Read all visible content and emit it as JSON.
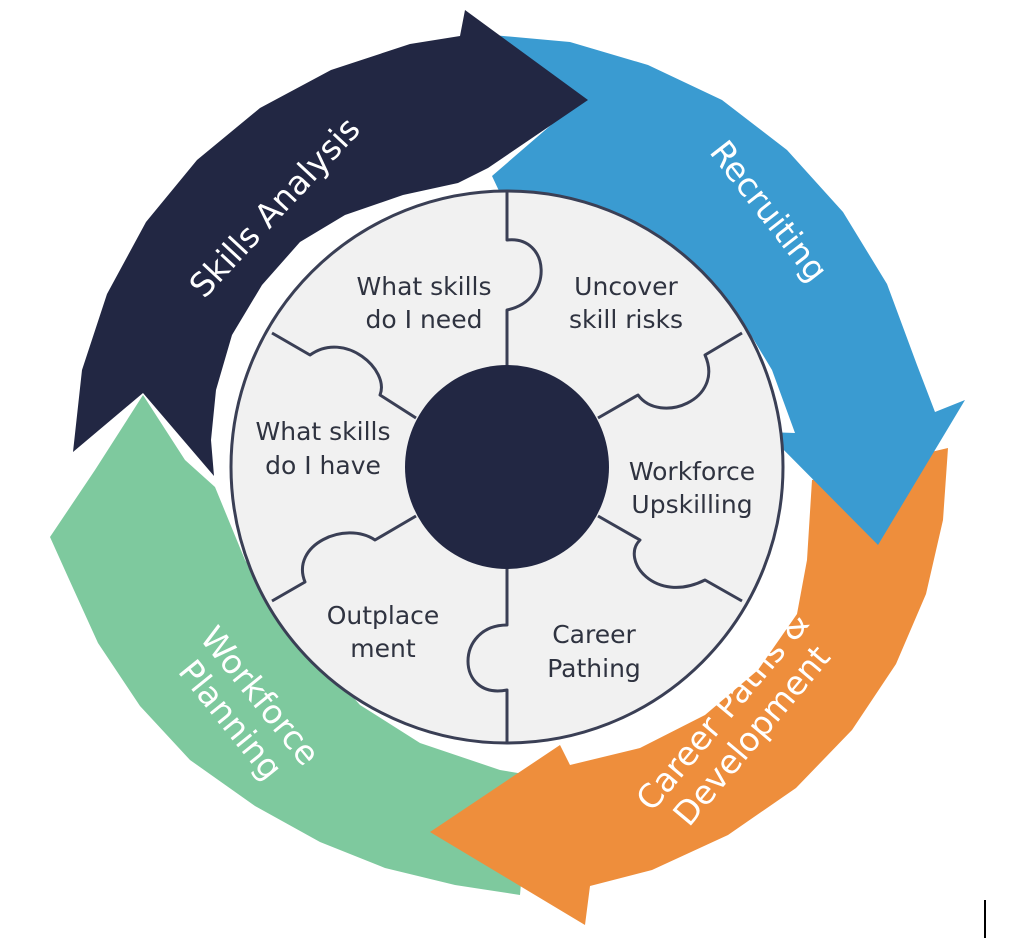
{
  "cycle": {
    "stages": [
      {
        "id": "skills-analysis",
        "label": "Skills Analysis",
        "color": "#222743"
      },
      {
        "id": "recruiting",
        "label": "Recruiting",
        "color": "#3a9bd1"
      },
      {
        "id": "career-paths",
        "label_lines": [
          "Career Paths &",
          "Development"
        ],
        "color": "#ee8e3c"
      },
      {
        "id": "workforce-planning",
        "label_lines": [
          "Workforce",
          "Planning"
        ],
        "color": "#7ec99e"
      }
    ]
  },
  "puzzle": {
    "hub_color": "#222743",
    "pieces": [
      {
        "id": "what-skills-need",
        "lines": [
          "What skills",
          "do I need"
        ]
      },
      {
        "id": "uncover-risks",
        "lines": [
          "Uncover",
          "skill risks"
        ]
      },
      {
        "id": "workforce-upskilling",
        "lines": [
          "Workforce",
          "Upskilling"
        ]
      },
      {
        "id": "career-pathing",
        "lines": [
          "Career",
          "Pathing"
        ]
      },
      {
        "id": "outplacement",
        "lines": [
          "Outplace",
          "ment"
        ]
      },
      {
        "id": "what-skills-have",
        "lines": [
          "What skills",
          "do I have"
        ]
      }
    ]
  }
}
